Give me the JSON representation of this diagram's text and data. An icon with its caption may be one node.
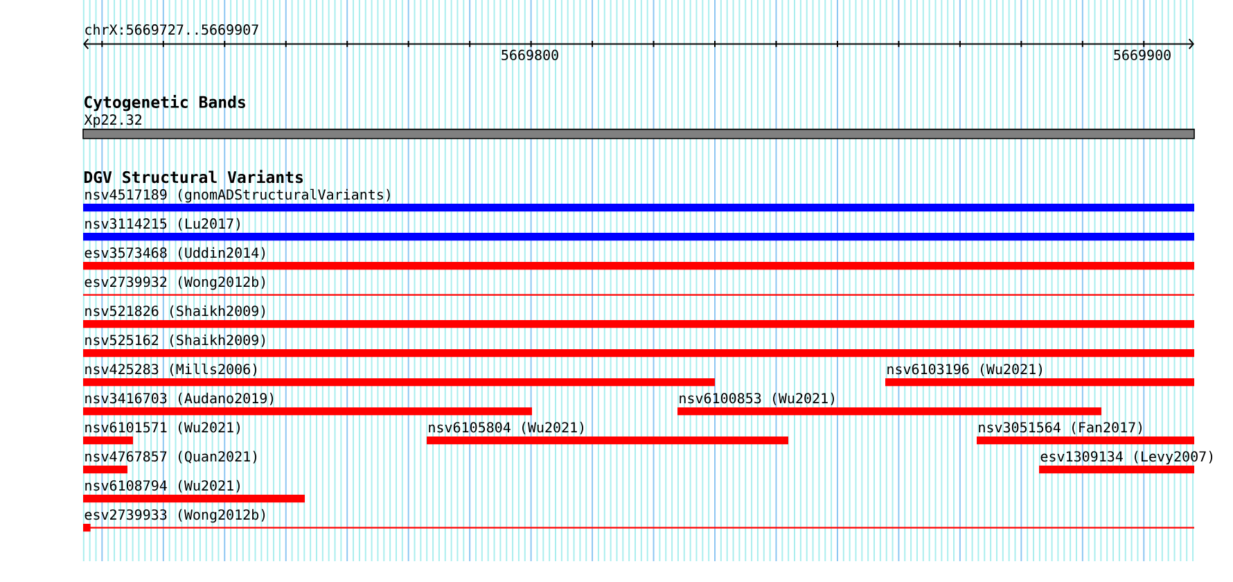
{
  "diagram": {
    "nodes": [
      {
        "text": [
          "Xp22.32"
        ]
      },
      {
        "text": [
          "nsv4517189 (gnomADStructuralVariants)"
        ]
      },
      {
        "text": [
          "nsv3114215 (Lu2017)"
        ]
      },
      {
        "text": [
          "esv3573468 (Uddin2014)"
        ]
      },
      {
        "text": [
          "esv2739932 (Wong2012b)"
        ]
      },
      {
        "text": [
          "nsv521826 (Shaikh2009)"
        ]
      },
      {
        "text": [
          "nsv525162 (Shaikh2009)"
        ]
      },
      {
        "text": [
          "nsv425283 (Mills2006)"
        ]
      },
      {
        "text": [
          "nsv6103196 (Wu2021)"
        ]
      },
      {
        "text": [
          "nsv3416703 (Audano2019)"
        ]
      },
      {
        "text": [
          "nsv6100853 (Wu2021)"
        ]
      },
      {
        "text": [
          "nsv6101571 (Wu2021)"
        ]
      },
      {
        "text": [
          "nsv6105804 (Wu2021)"
        ]
      },
      {
        "text": [
          "nsv3051564 (Fan2017)"
        ]
      },
      {
        "text": [
          "nsv4767857 (Quan2021)"
        ]
      },
      {
        "text": [
          "esv1309134 (Levy2007)"
        ]
      },
      {
        "text": [
          "nsv6108794 (Wu2021)"
        ]
      },
      {
        "text": [
          "esv2739933 (Wong2012b)"
        ]
      }
    ],
    "labels": [
      "chrX:5669727..5669907",
      "5669800",
      "5669900",
      "Cytogenetic Bands",
      "DGV Structural Variants"
    ]
  }
}
